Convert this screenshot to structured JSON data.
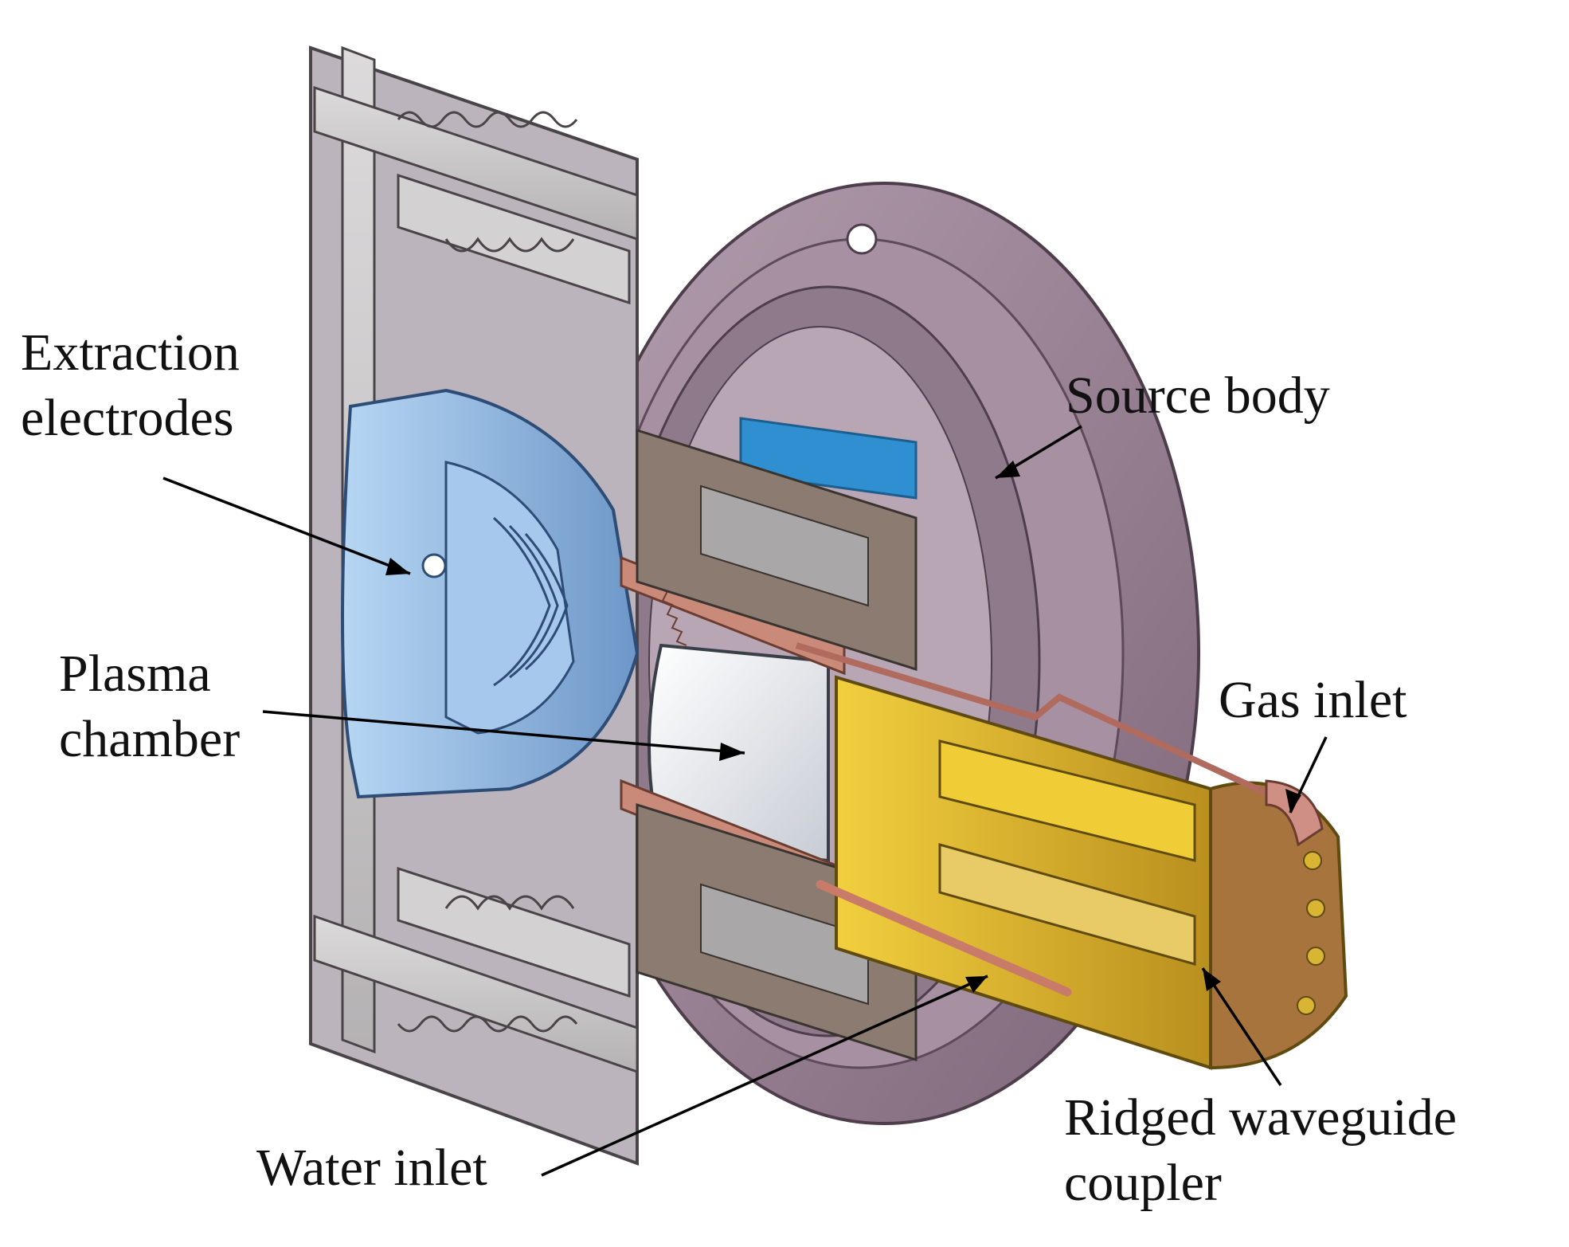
{
  "labels": {
    "extraction_line1": "Extraction",
    "extraction_line2": "electrodes",
    "plasma_line1": "Plasma",
    "plasma_line2": "chamber",
    "source_body": "Source body",
    "gas_inlet": "Gas inlet",
    "water_inlet": "Water inlet",
    "ridged_line1": "Ridged waveguide",
    "ridged_line2": "coupler"
  },
  "colors": {
    "flange": "#9c8496",
    "flange_dark": "#6f5a6c",
    "section_grey": "#c9c6c7",
    "electrode": "#8fb8e2",
    "electrode_dark": "#5a86b8",
    "copper": "#c98a7a",
    "waveguide": "#d9b534",
    "waveguide_face": "#a8743e",
    "water_jacket": "#2f8fd0",
    "chamber": "#e8eaee"
  }
}
